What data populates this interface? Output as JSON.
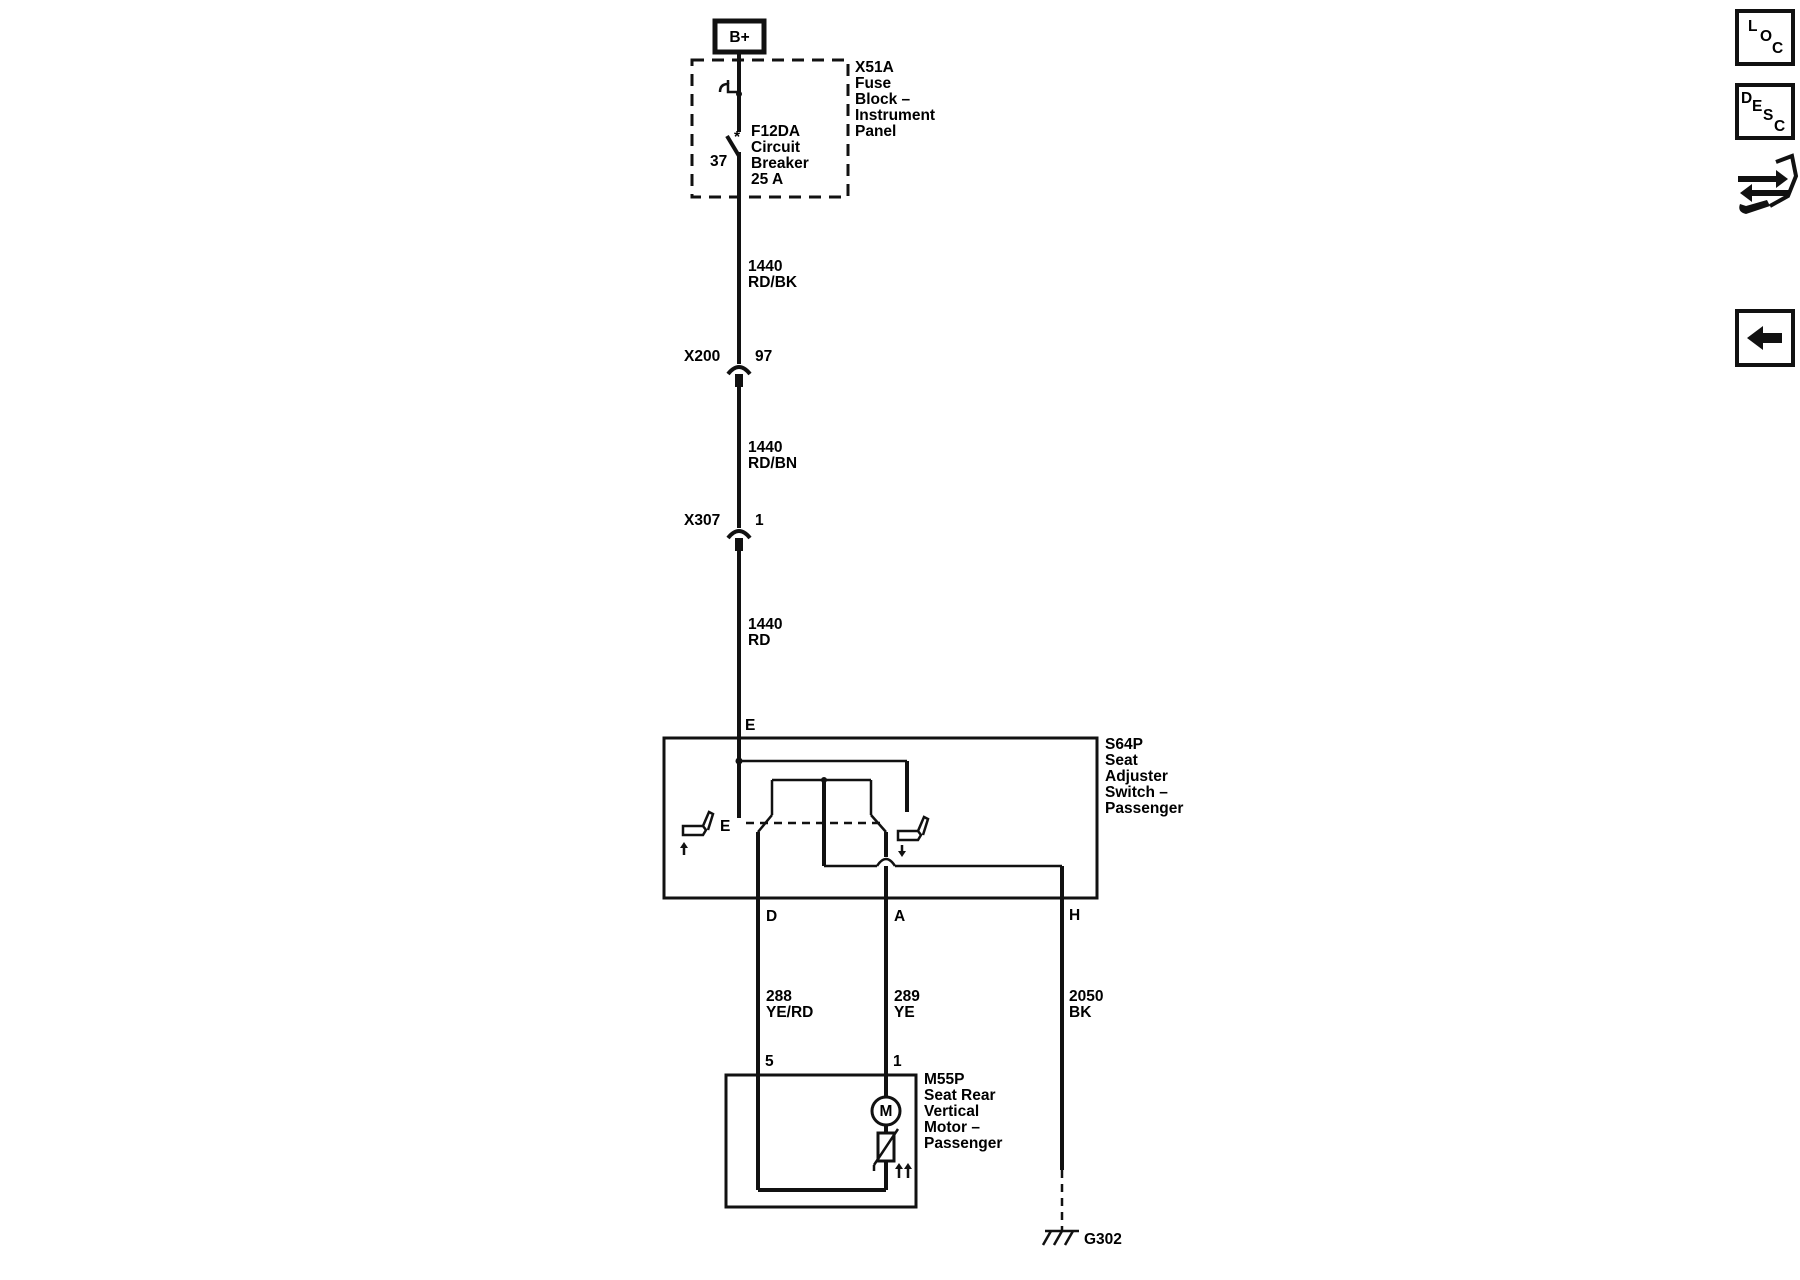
{
  "power": {
    "label": "B+"
  },
  "fuse_block": {
    "ref": "X51A",
    "name_lines": [
      "Fuse",
      "Block –",
      "Instrument",
      "Panel"
    ],
    "breaker_lines": [
      "F12DA",
      "Circuit",
      "Breaker",
      "25 A"
    ],
    "pin": "37"
  },
  "wires": [
    {
      "circuit": "1440",
      "color": "RD/BK"
    },
    {
      "circuit": "1440",
      "color": "RD/BN"
    },
    {
      "circuit": "1440",
      "color": "RD"
    },
    {
      "circuit": "288",
      "color": "YE/RD"
    },
    {
      "circuit": "289",
      "color": "YE"
    },
    {
      "circuit": "2050",
      "color": "BK"
    }
  ],
  "connectors": [
    {
      "ref": "X200",
      "pin": "97"
    },
    {
      "ref": "X307",
      "pin": "1"
    }
  ],
  "switch": {
    "ref": "S64P",
    "name_lines": [
      "Seat",
      "Adjuster",
      "Switch –",
      "Passenger"
    ],
    "pins": {
      "E": "E",
      "D": "D",
      "A": "A",
      "H": "H"
    },
    "inner_letter": "E"
  },
  "motor": {
    "ref": "M55P",
    "name_lines": [
      "Seat Rear",
      "Vertical",
      "Motor –",
      "Passenger"
    ],
    "pins": [
      "5",
      "1"
    ],
    "symbol": "M"
  },
  "ground": {
    "ref": "G302"
  },
  "nav": {
    "loc": {
      "letters": [
        "L",
        "O",
        "C"
      ]
    },
    "desc": {
      "letters": [
        "D",
        "E",
        "S",
        "C"
      ]
    },
    "connector_icon": "connector-tool-icon",
    "back_icon": "arrow-left-icon"
  }
}
